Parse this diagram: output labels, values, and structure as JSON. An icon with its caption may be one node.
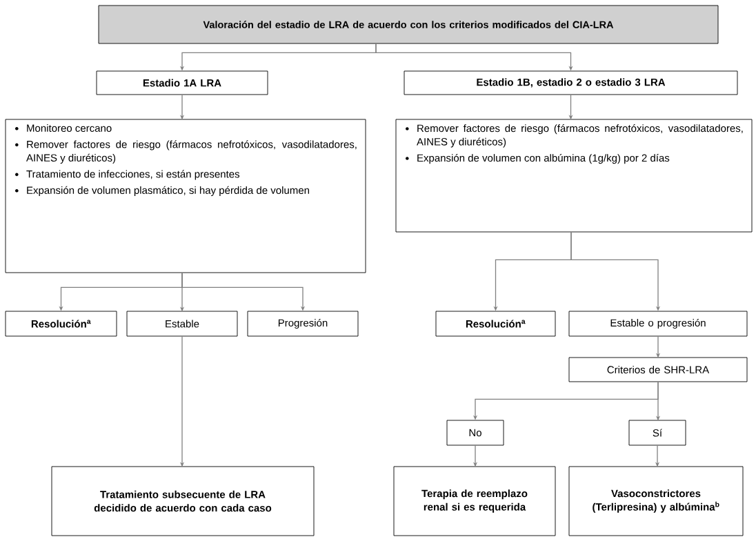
{
  "diagram": {
    "nodes": [
      {
        "text": [
          "Valoración del estadio de LRA de acuerdo con los criterios modificados del CIA-LRA"
        ]
      },
      {
        "text": [
          "Estadio 1A LRA"
        ]
      },
      {
        "text": [
          "Estadio 1B, estadio 2 o estadio 3 LRA"
        ]
      },
      {
        "text": [
          "Monitoreo cercano",
          "Remover factores de riesgo (fármacos nefrotóxicos, vasodilatadores, AINES y diuréticos)",
          "Tratamiento de infecciones, si están presentes",
          "Expansión de volumen plasmático, si hay pérdida de volumen"
        ]
      },
      {
        "text": [
          "Remover factores de riesgo (fármacos nefrotóxicos, vasodilatadores, AINES y diuréticos)",
          "Expansión de volumen con albúmina (1g/kg) por 2 días"
        ]
      },
      {
        "text": [
          "Resolución$^{a}$"
        ]
      },
      {
        "text": [
          "Estable"
        ]
      },
      {
        "text": [
          "Progresión"
        ]
      },
      {
        "text": [
          "Resolución$^{a}$"
        ]
      },
      {
        "text": [
          "Estable o progresión"
        ]
      },
      {
        "text": [
          "Criterios de SHR-LRA"
        ]
      },
      {
        "text": [
          "No"
        ]
      },
      {
        "text": [
          "Sí"
        ]
      },
      {
        "text": [
          "Tratamiento subsecuente de LRA decidido de acuerdo con cada caso"
        ]
      },
      {
        "text": [
          "Terapia de reemplazo renal si es requerida"
        ]
      },
      {
        "text": [
          "Vasoconstrictores (Terlipresina) y albúmina$^{b}$"
        ]
      }
    ],
    "edges": [
      {
        "from": 0,
        "to": 1,
        "arrow": "to"
      },
      {
        "from": 0,
        "to": 2,
        "arrow": "to"
      },
      {
        "from": 1,
        "to": 3,
        "arrow": "to"
      },
      {
        "from": 2,
        "to": 4,
        "arrow": "to"
      },
      {
        "from": 3,
        "to": 5,
        "arrow": "to"
      },
      {
        "from": 3,
        "to": 6,
        "arrow": "to"
      },
      {
        "from": 3,
        "to": 7,
        "arrow": "to"
      },
      {
        "from": 4,
        "to": 8,
        "arrow": "to"
      },
      {
        "from": 4,
        "to": 9,
        "arrow": "to"
      },
      {
        "from": 6,
        "to": 13,
        "arrow": "to"
      },
      {
        "from": 9,
        "to": 10,
        "arrow": "to"
      },
      {
        "from": 10,
        "to": 11,
        "arrow": "to"
      },
      {
        "from": 10,
        "to": 12,
        "arrow": "to"
      },
      {
        "from": 11,
        "to": 14,
        "arrow": "to"
      },
      {
        "from": 12,
        "to": 15,
        "arrow": "to"
      }
    ]
  }
}
